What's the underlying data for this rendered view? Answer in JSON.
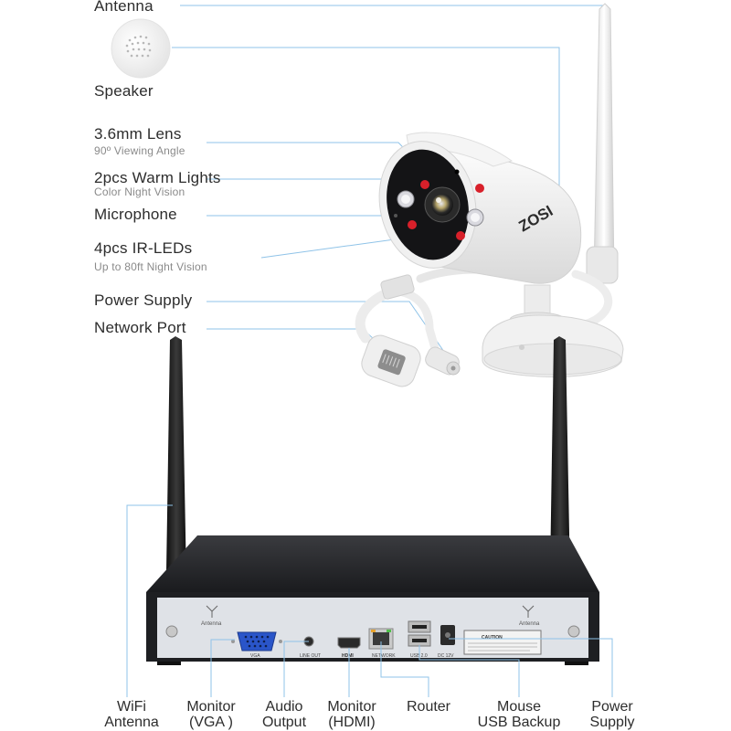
{
  "camera_labels": {
    "antenna": "Antenna",
    "speaker": "Speaker",
    "lens": "3.6mm Lens",
    "lens_sub": "90º Viewing Angle",
    "warm_lights": "2pcs Warm Lights",
    "warm_lights_sub": "Color Night Vision",
    "microphone": "Microphone",
    "ir_leds": "4pcs IR-LEDs",
    "ir_leds_sub": "Up to 80ft Night Vision",
    "power_supply": "Power Supply",
    "network_port": "Network Port"
  },
  "camera_brand": "ZOSI",
  "nvr_panel": {
    "antenna_left": "Antenna",
    "antenna_right": "Antenna",
    "vga": "VGA",
    "line_out": "LINE OUT",
    "hdmi": "HDMI",
    "network": "NETWORK",
    "usb": "USB 2.0",
    "dc": "DC 12V",
    "caution": "CAUTION"
  },
  "nvr_labels": {
    "wifi_line1": "WiFi",
    "wifi_line2": "Antenna",
    "vga_line1": "Monitor",
    "vga_line2": "(VGA )",
    "audio_line1": "Audio",
    "audio_line2": "Output",
    "hdmi_line1": "Monitor",
    "hdmi_line2": "(HDMI)",
    "router": "Router",
    "mouse_line1": "Mouse",
    "mouse_line2": "USB Backup",
    "power_line1": "Power",
    "power_line2": "Supply"
  },
  "colors": {
    "leader_line": "#8fc3e8",
    "ir_led": "#d8202a",
    "nvr_body": "#1c1d20",
    "nvr_panel": "#dfe2e7",
    "vga_port": "#2a55c9"
  }
}
